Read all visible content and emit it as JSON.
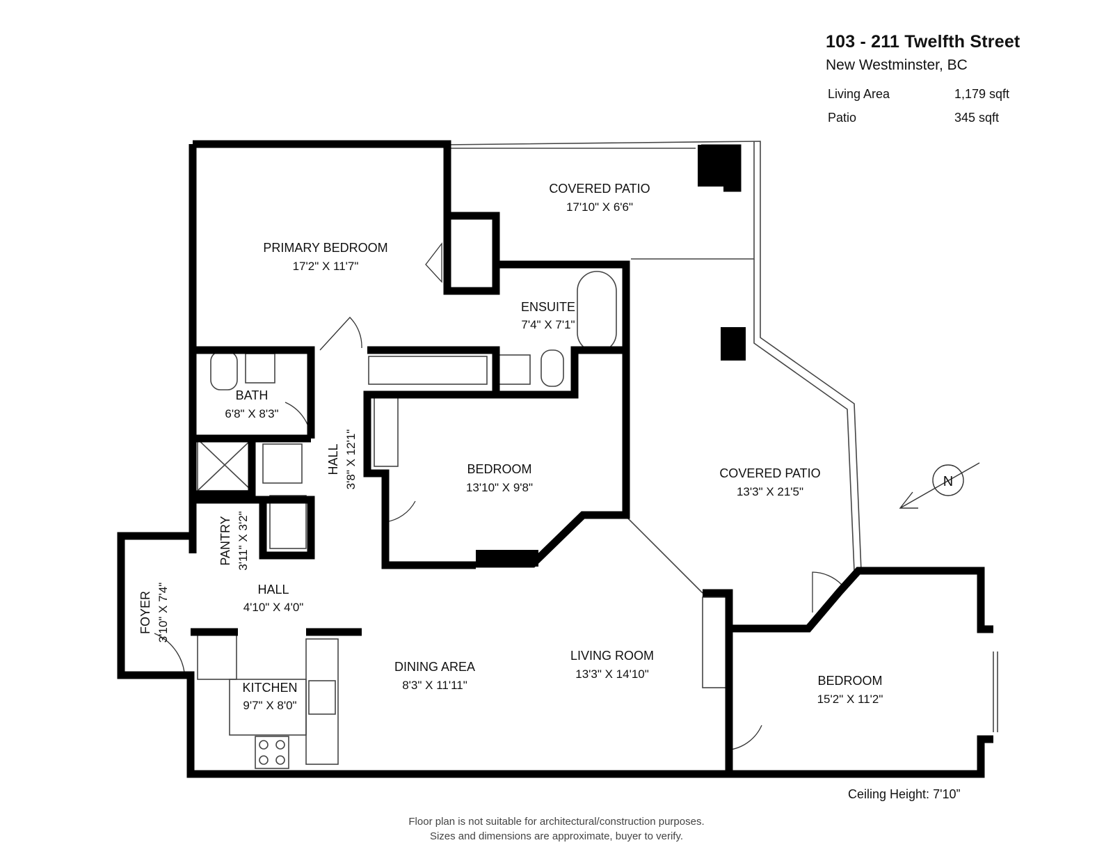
{
  "header": {
    "address": "103 - 211 Twelfth Street",
    "city": "New Westminster, BC",
    "areas": [
      {
        "label": "Living Area",
        "value": "1,179 sqft"
      },
      {
        "label": "Patio",
        "value": "345 sqft"
      }
    ]
  },
  "rooms": {
    "covered_patio_top": {
      "name": "COVERED PATIO",
      "dim": "17'10\" X 6'6\""
    },
    "primary_bedroom": {
      "name": "PRIMARY BEDROOM",
      "dim": "17'2\" X 11'7\""
    },
    "ensuite": {
      "name": "ENSUITE",
      "dim": "7'4\" X 7'1\""
    },
    "bath": {
      "name": "BATH",
      "dim": "6'8\" X 8'3\""
    },
    "hall_vertical": {
      "name": "HALL",
      "dim": "3'8\" X 12'1\""
    },
    "bedroom_middle": {
      "name": "BEDROOM",
      "dim": "13'10\" X 9'8\""
    },
    "covered_patio_right": {
      "name": "COVERED PATIO",
      "dim": "13'3\" X 21'5\""
    },
    "pantry": {
      "name": "PANTRY",
      "dim": "3'11\" X 3'2\""
    },
    "hall": {
      "name": "HALL",
      "dim": "4'10\" X 4'0\""
    },
    "foyer": {
      "name": "FOYER",
      "dim": "3'10\" X 7'4\""
    },
    "kitchen": {
      "name": "KITCHEN",
      "dim": "9'7\" X 8'0\""
    },
    "dining_area": {
      "name": "DINING AREA",
      "dim": "8'3\" X 11'11\""
    },
    "living_room": {
      "name": "LIVING ROOM",
      "dim": "13'3\" X 14'10\""
    },
    "bedroom_right": {
      "name": "BEDROOM",
      "dim": "15'2\" X 11'2\""
    }
  },
  "compass": {
    "label": "N"
  },
  "ceiling": "Ceiling Height: 7'10”",
  "disclaimer": {
    "line1": "Floor plan is not suitable for architectural/construction purposes.",
    "line2": "Sizes and dimensions are approximate, buyer to verify."
  },
  "colors": {
    "wall": "#000000",
    "thin": "#444444",
    "background": "#ffffff"
  }
}
